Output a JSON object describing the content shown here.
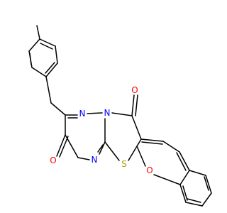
{
  "molecule": {
    "colors": {
      "bond": "#000000",
      "nitrogen": "#0000ff",
      "oxygen": "#ff0000",
      "sulfur": "#b2a200",
      "background": "#ffffff"
    },
    "atoms": {
      "n_triazine_upper": "N",
      "n_bridgehead": "N",
      "n_triazine_lower": "N",
      "o_carbonyl_upper": "O",
      "o_carbonyl_lower": "O",
      "s_thiazole": "S",
      "o_methoxy": "O"
    }
  }
}
